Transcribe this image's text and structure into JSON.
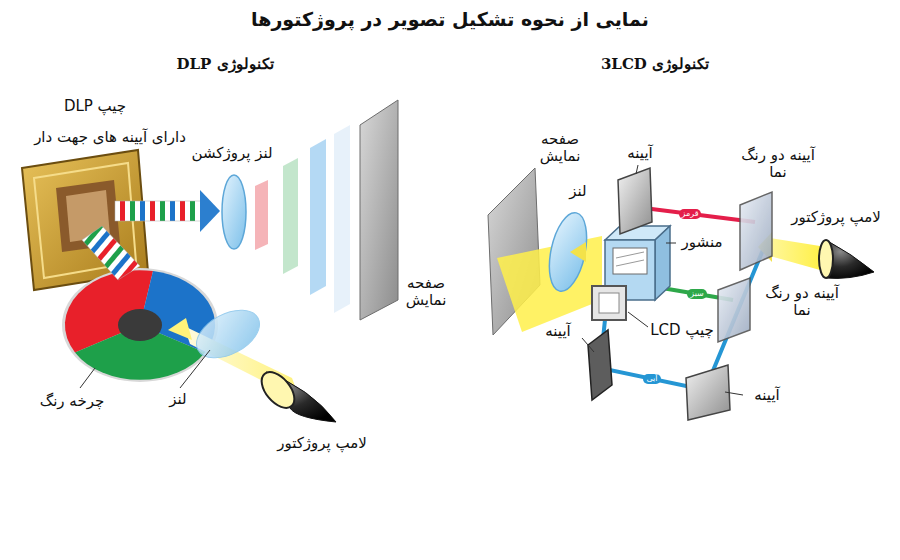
{
  "diagram": {
    "title": "نمایی از نحوه تشکیل تصویر در پروژکتورها",
    "labels": [
      "تکنولوژی DLP",
      "تکنولوژی 3LCD",
      "چیپ DLP",
      "دارای آیینه های جهت دار",
      "لنز پروژکشن",
      "صفحه نمایش",
      "چرخه رنگ",
      "لنز",
      "لامپ پروژکتور",
      "صفحه نمایش",
      "لنز",
      "آیینه",
      "آیینه دو رنگ نما",
      "لامپ پروژکتور",
      "منشور",
      "آیینه دو رنگ نما",
      "چیپ LCD",
      "آیینه",
      "آیینه",
      "قرمز",
      "سبز",
      "آبی"
    ]
  }
}
